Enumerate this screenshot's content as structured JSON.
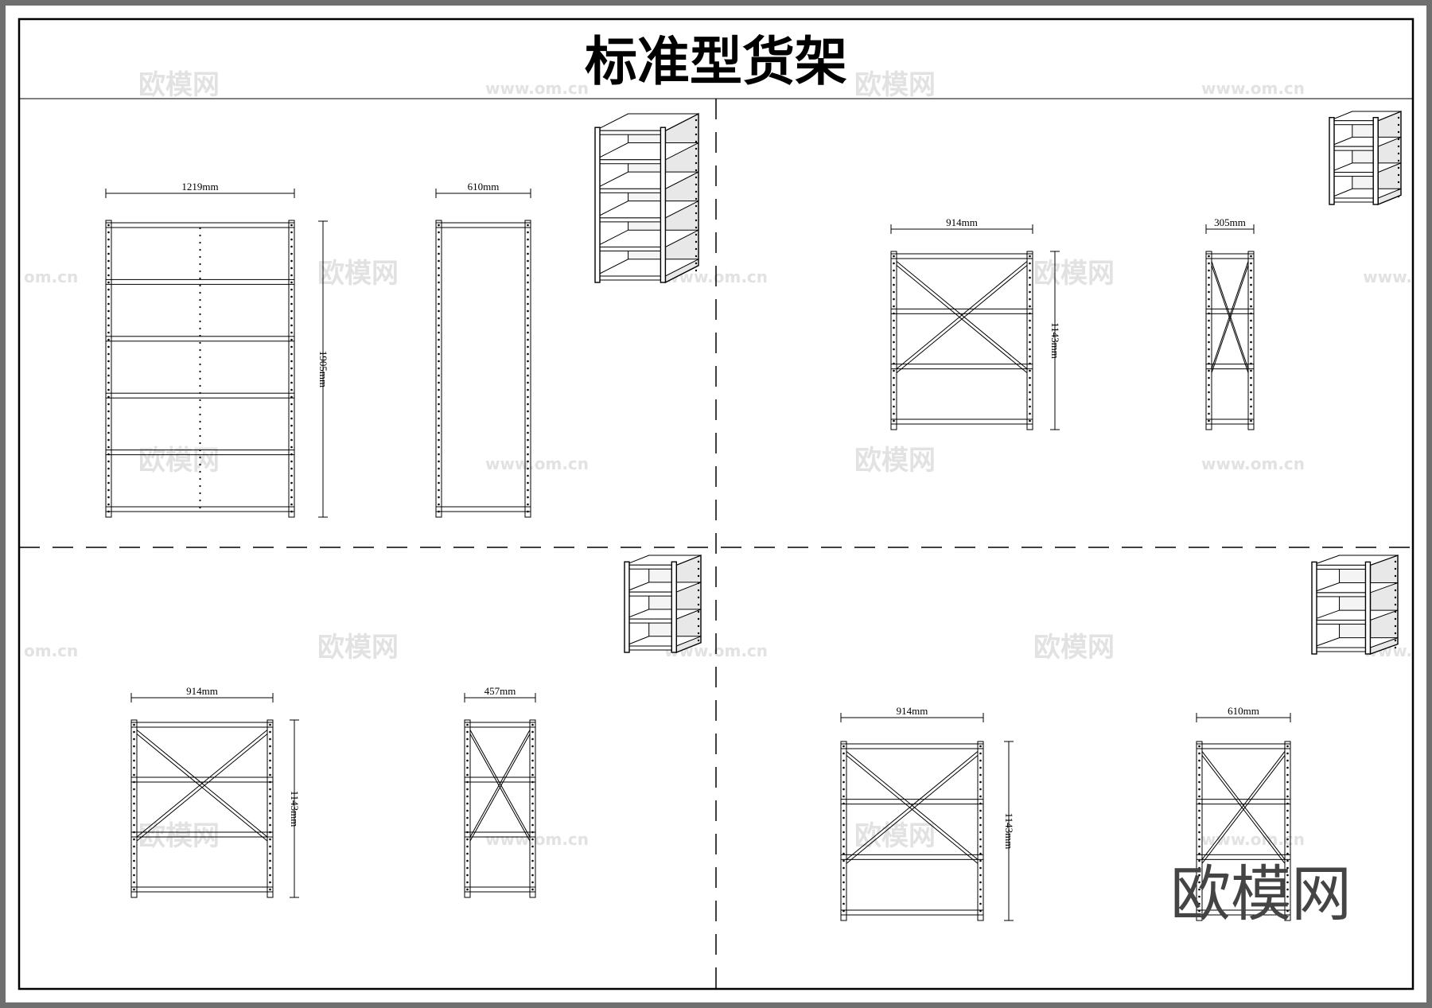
{
  "title": "标准型货架",
  "watermark": {
    "cn": "欧模网",
    "url": "www.om.cn",
    "url_fragment": "om.cn",
    "color": "#e2e2e2"
  },
  "logo": "欧模网",
  "colors": {
    "frame": "#6f6f6f",
    "line": "#000000",
    "bg": "#ffffff"
  },
  "panels": [
    {
      "id": "tl",
      "front": {
        "width_label": "1219mm",
        "height_label": "1905mm",
        "shelves": 6,
        "bracing": "none"
      },
      "side": {
        "width_label": "610mm",
        "bracing": "none"
      },
      "iso": {
        "levels": 6
      }
    },
    {
      "id": "tr",
      "front": {
        "width_label": "914mm",
        "height_label": "1143mm",
        "shelves": 4,
        "bracing": "x"
      },
      "side": {
        "width_label": "305mm",
        "bracing": "x"
      },
      "iso": {
        "levels": 4
      }
    },
    {
      "id": "bl",
      "front": {
        "width_label": "914mm",
        "height_label": "1143mm",
        "shelves": 4,
        "bracing": "x"
      },
      "side": {
        "width_label": "457mm",
        "bracing": "x"
      },
      "iso": {
        "levels": 4
      }
    },
    {
      "id": "br",
      "front": {
        "width_label": "914mm",
        "height_label": "1143mm",
        "shelves": 4,
        "bracing": "x"
      },
      "side": {
        "width_label": "610mm",
        "bracing": "x"
      },
      "iso": {
        "levels": 4
      }
    }
  ]
}
